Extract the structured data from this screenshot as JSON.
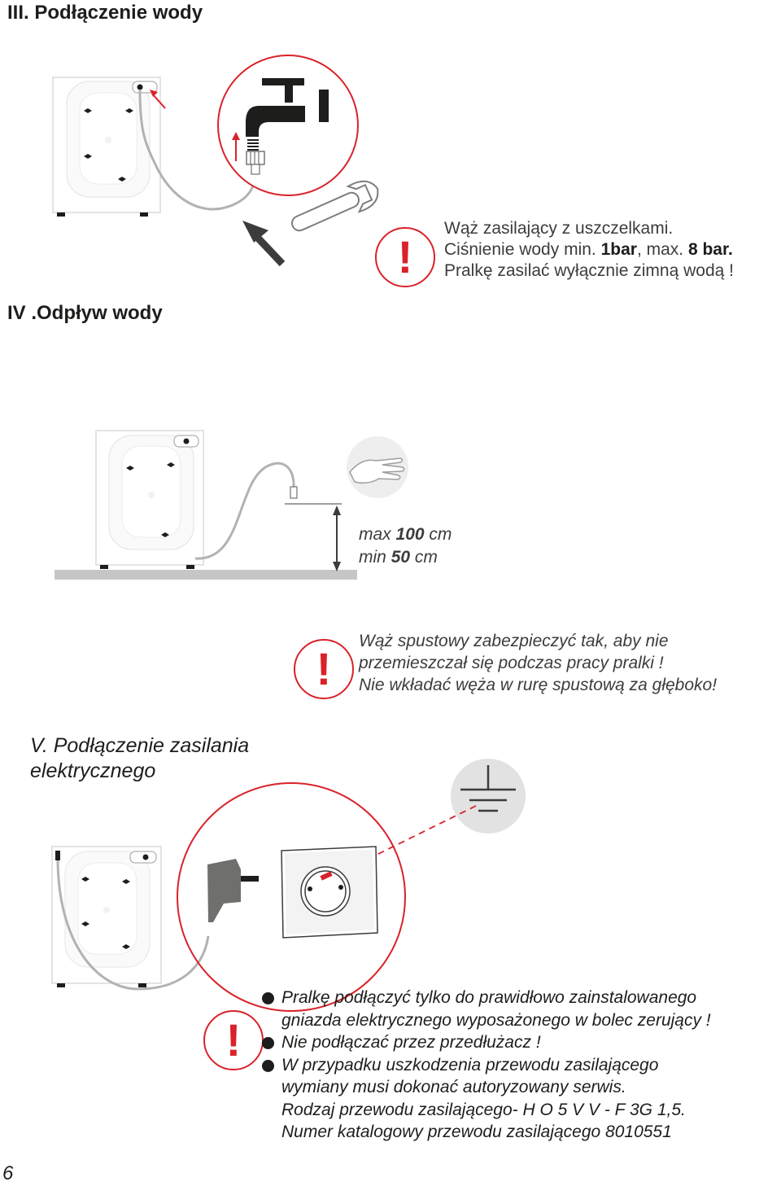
{
  "sections": {
    "water_connection": {
      "title": "III. Podłączenie wody"
    },
    "drain": {
      "title": "IV .Odpływ wody"
    },
    "power": {
      "title_line1": "V. Podłączenie zasilania",
      "title_line2": "elektrycznego"
    }
  },
  "water_note": {
    "line1": "Wąż zasilający z uszczelkami.",
    "line2_prefix": "Ciśnienie wody min. ",
    "line2_min": "1bar",
    "line2_mid": ",  max. ",
    "line2_max": "8 bar.",
    "line3": "Pralkę zasilać wyłącznie zimną wodą !"
  },
  "height_spec": {
    "max_prefix": "max ",
    "max_value": "100",
    "max_unit": " cm",
    "min_prefix": "min ",
    "min_value": "50",
    "min_unit": " cm"
  },
  "drain_note": {
    "line1": "Wąż spustowy  zabezpieczyć tak, aby nie",
    "line2": "przemieszczał się podczas pracy pralki !",
    "line3": "Nie wkładać węża w rurę spustową za głęboko!"
  },
  "power_notes": {
    "bullet1_line1": "Pralkę podłączyć tylko do prawidłowo zainstalowanego",
    "bullet1_line2": "gniazda elektrycznego wyposażonego w bolec zerujący !",
    "bullet2": "Nie podłączać przez przedłużacz !",
    "bullet3_line1": "W przypadku uszkodzenia przewodu zasilającego",
    "bullet3_line2": "wymiany musi dokonać autoryzowany serwis.",
    "line_cable_type": "Rodzaj przewodu zasilającego- H O 5 V V - F 3G 1,5.",
    "line_catalog": "Numer katalogowy przewodu zasilającego 8010551"
  },
  "warning_symbol": "!",
  "page_number": "6",
  "colors": {
    "accent_red": "#d9222a",
    "text": "#1d1d1b",
    "arrow_dark": "#3c3c3b",
    "hose_gray": "#b2b2b2"
  },
  "icons": [
    "water-tap-icon",
    "wrench-icon",
    "hand-icon",
    "ground-symbol-icon",
    "power-plug-icon",
    "wall-socket-icon",
    "warning-icon"
  ]
}
